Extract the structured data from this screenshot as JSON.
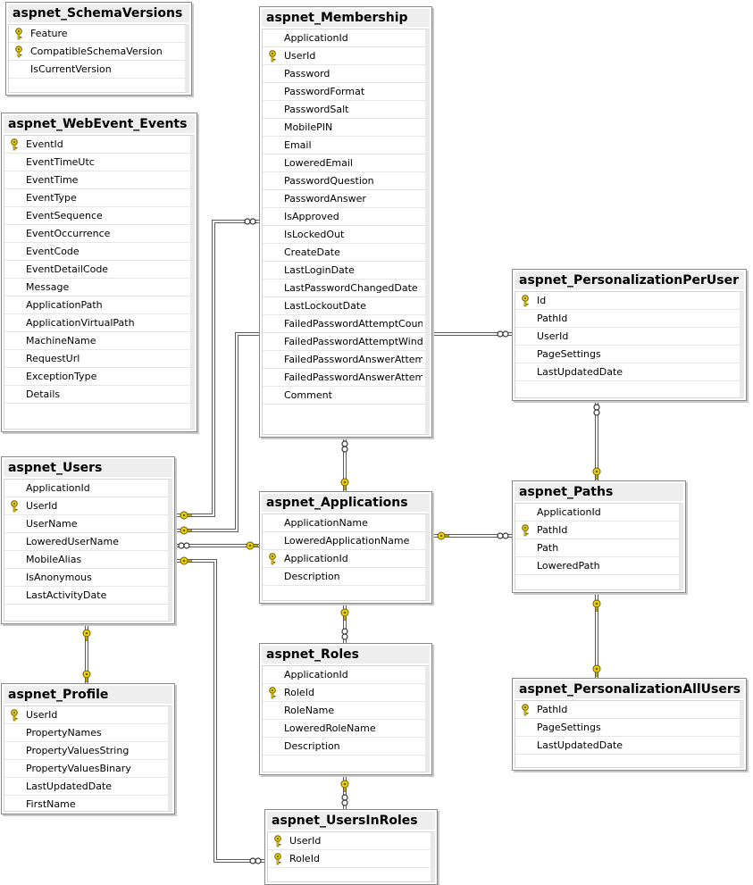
{
  "tables": [
    {
      "id": "schemaversions",
      "title": "aspnet_SchemaVersions",
      "columns": [
        {
          "name": "Feature",
          "pk": true
        },
        {
          "name": "CompatibleSchemaVersion",
          "pk": true
        },
        {
          "name": "IsCurrentVersion",
          "pk": false
        }
      ]
    },
    {
      "id": "webevent",
      "title": "aspnet_WebEvent_Events",
      "columns": [
        {
          "name": "EventId",
          "pk": true
        },
        {
          "name": "EventTimeUtc",
          "pk": false
        },
        {
          "name": "EventTime",
          "pk": false
        },
        {
          "name": "EventType",
          "pk": false
        },
        {
          "name": "EventSequence",
          "pk": false
        },
        {
          "name": "EventOccurrence",
          "pk": false
        },
        {
          "name": "EventCode",
          "pk": false
        },
        {
          "name": "EventDetailCode",
          "pk": false
        },
        {
          "name": "Message",
          "pk": false
        },
        {
          "name": "ApplicationPath",
          "pk": false
        },
        {
          "name": "ApplicationVirtualPath",
          "pk": false
        },
        {
          "name": "MachineName",
          "pk": false
        },
        {
          "name": "RequestUrl",
          "pk": false
        },
        {
          "name": "ExceptionType",
          "pk": false
        },
        {
          "name": "Details",
          "pk": false
        }
      ]
    },
    {
      "id": "membership",
      "title": "aspnet_Membership",
      "columns": [
        {
          "name": "ApplicationId",
          "pk": false
        },
        {
          "name": "UserId",
          "pk": true
        },
        {
          "name": "Password",
          "pk": false
        },
        {
          "name": "PasswordFormat",
          "pk": false
        },
        {
          "name": "PasswordSalt",
          "pk": false
        },
        {
          "name": "MobilePIN",
          "pk": false
        },
        {
          "name": "Email",
          "pk": false
        },
        {
          "name": "LoweredEmail",
          "pk": false
        },
        {
          "name": "PasswordQuestion",
          "pk": false
        },
        {
          "name": "PasswordAnswer",
          "pk": false
        },
        {
          "name": "IsApproved",
          "pk": false
        },
        {
          "name": "IsLockedOut",
          "pk": false
        },
        {
          "name": "CreateDate",
          "pk": false
        },
        {
          "name": "LastLoginDate",
          "pk": false
        },
        {
          "name": "LastPasswordChangedDate",
          "pk": false
        },
        {
          "name": "LastLockoutDate",
          "pk": false
        },
        {
          "name": "FailedPasswordAttemptCount",
          "pk": false
        },
        {
          "name": "FailedPasswordAttemptWind...",
          "pk": false
        },
        {
          "name": "FailedPasswordAnswerAttem...",
          "pk": false
        },
        {
          "name": "FailedPasswordAnswerAttem...",
          "pk": false
        },
        {
          "name": "Comment",
          "pk": false
        }
      ]
    },
    {
      "id": "peruser",
      "title": "aspnet_PersonalizationPerUser",
      "columns": [
        {
          "name": "Id",
          "pk": true
        },
        {
          "name": "PathId",
          "pk": false
        },
        {
          "name": "UserId",
          "pk": false
        },
        {
          "name": "PageSettings",
          "pk": false
        },
        {
          "name": "LastUpdatedDate",
          "pk": false
        }
      ]
    },
    {
      "id": "users",
      "title": "aspnet_Users",
      "columns": [
        {
          "name": "ApplicationId",
          "pk": false
        },
        {
          "name": "UserId",
          "pk": true
        },
        {
          "name": "UserName",
          "pk": false
        },
        {
          "name": "LoweredUserName",
          "pk": false
        },
        {
          "name": "MobileAlias",
          "pk": false
        },
        {
          "name": "IsAnonymous",
          "pk": false
        },
        {
          "name": "LastActivityDate",
          "pk": false
        }
      ]
    },
    {
      "id": "applications",
      "title": "aspnet_Applications",
      "columns": [
        {
          "name": "ApplicationName",
          "pk": false
        },
        {
          "name": "LoweredApplicationName",
          "pk": false
        },
        {
          "name": "ApplicationId",
          "pk": true
        },
        {
          "name": "Description",
          "pk": false
        }
      ]
    },
    {
      "id": "paths",
      "title": "aspnet_Paths",
      "columns": [
        {
          "name": "ApplicationId",
          "pk": false
        },
        {
          "name": "PathId",
          "pk": true
        },
        {
          "name": "Path",
          "pk": false
        },
        {
          "name": "LoweredPath",
          "pk": false
        }
      ]
    },
    {
      "id": "profile",
      "title": "aspnet_Profile",
      "columns": [
        {
          "name": "UserId",
          "pk": true
        },
        {
          "name": "PropertyNames",
          "pk": false
        },
        {
          "name": "PropertyValuesString",
          "pk": false
        },
        {
          "name": "PropertyValuesBinary",
          "pk": false
        },
        {
          "name": "LastUpdatedDate",
          "pk": false
        },
        {
          "name": "FirstName",
          "pk": false
        }
      ]
    },
    {
      "id": "roles",
      "title": "aspnet_Roles",
      "columns": [
        {
          "name": "ApplicationId",
          "pk": false
        },
        {
          "name": "RoleId",
          "pk": true
        },
        {
          "name": "RoleName",
          "pk": false
        },
        {
          "name": "LoweredRoleName",
          "pk": false
        },
        {
          "name": "Description",
          "pk": false
        }
      ]
    },
    {
      "id": "allusers",
      "title": "aspnet_PersonalizationAllUsers",
      "columns": [
        {
          "name": "PathId",
          "pk": true
        },
        {
          "name": "PageSettings",
          "pk": false
        },
        {
          "name": "LastUpdatedDate",
          "pk": false
        }
      ]
    },
    {
      "id": "usersinroles",
      "title": "aspnet_UsersInRoles",
      "columns": [
        {
          "name": "UserId",
          "pk": true
        },
        {
          "name": "RoleId",
          "pk": true
        }
      ]
    }
  ],
  "relationships": [
    {
      "from": "membership",
      "to": "users"
    },
    {
      "from": "peruser",
      "to": "users"
    },
    {
      "from": "users",
      "to": "applications"
    },
    {
      "from": "usersinroles",
      "to": "users"
    },
    {
      "from": "membership",
      "to": "applications"
    },
    {
      "from": "paths",
      "to": "applications"
    },
    {
      "from": "peruser",
      "to": "paths"
    },
    {
      "from": "allusers",
      "to": "paths"
    },
    {
      "from": "profile",
      "to": "users"
    },
    {
      "from": "roles",
      "to": "applications"
    },
    {
      "from": "usersinroles",
      "to": "roles"
    }
  ],
  "colors": {
    "key": "#f0d400",
    "line": "#5c5c5c",
    "header": "#eeeeee"
  }
}
